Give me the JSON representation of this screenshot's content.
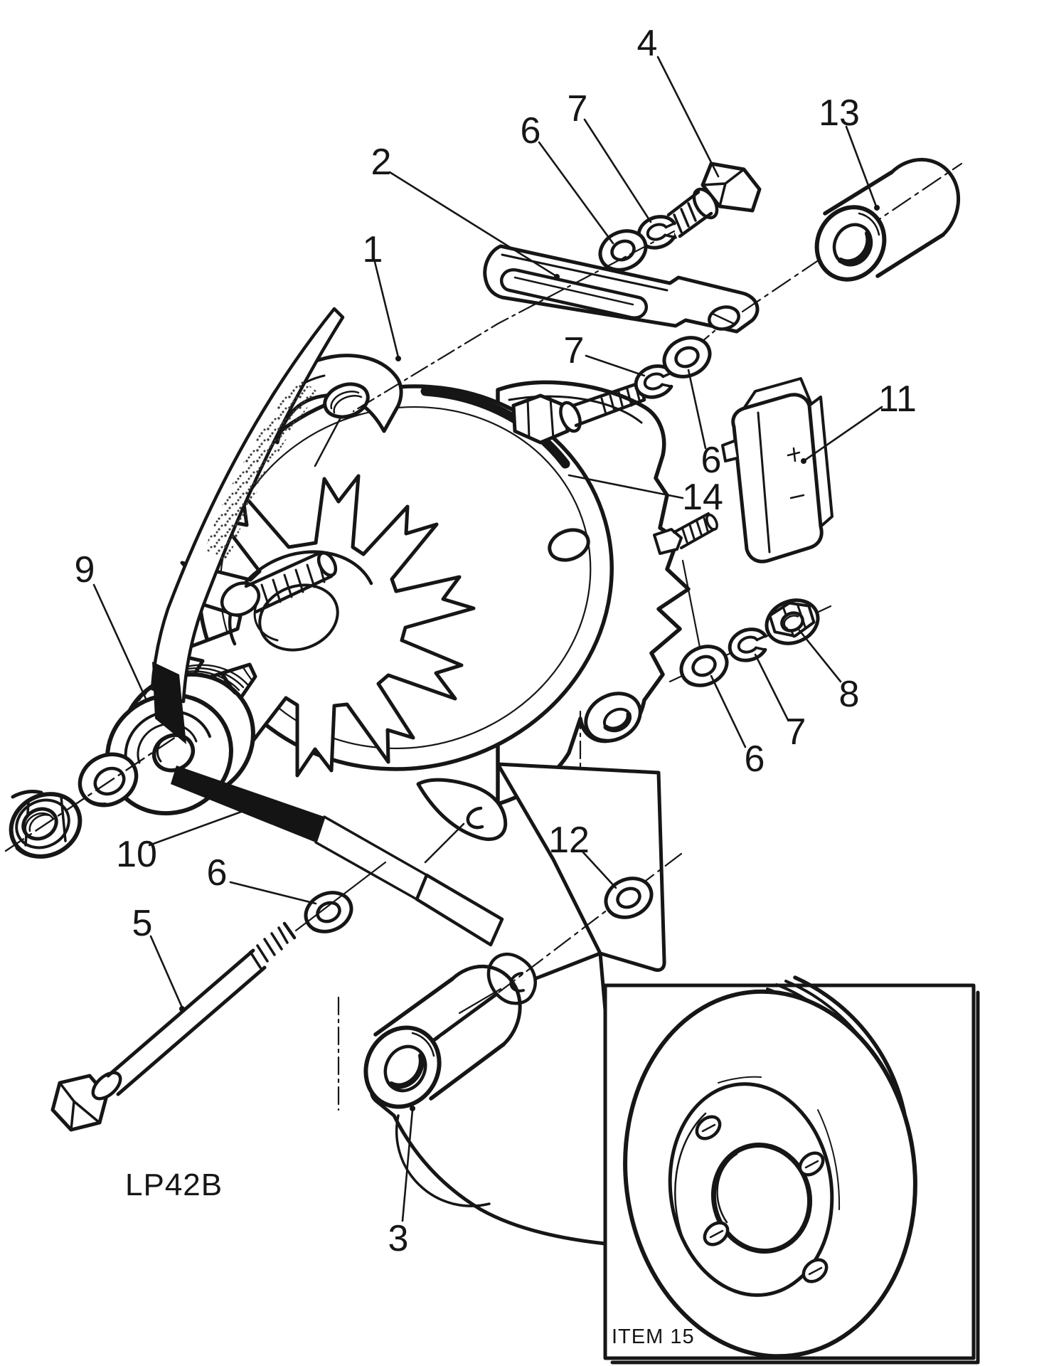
{
  "figure": {
    "kind": "exploded-parts-line-drawing",
    "code": "LP42B",
    "inset_caption": "ITEM 15",
    "ink_color": "#161616",
    "paper_color": "#ffffff",
    "callouts": [
      "1",
      "2",
      "3",
      "4",
      "5",
      "6",
      "6",
      "6",
      "6",
      "7",
      "7",
      "7",
      "8",
      "9",
      "10",
      "11",
      "12",
      "13",
      "14"
    ]
  }
}
